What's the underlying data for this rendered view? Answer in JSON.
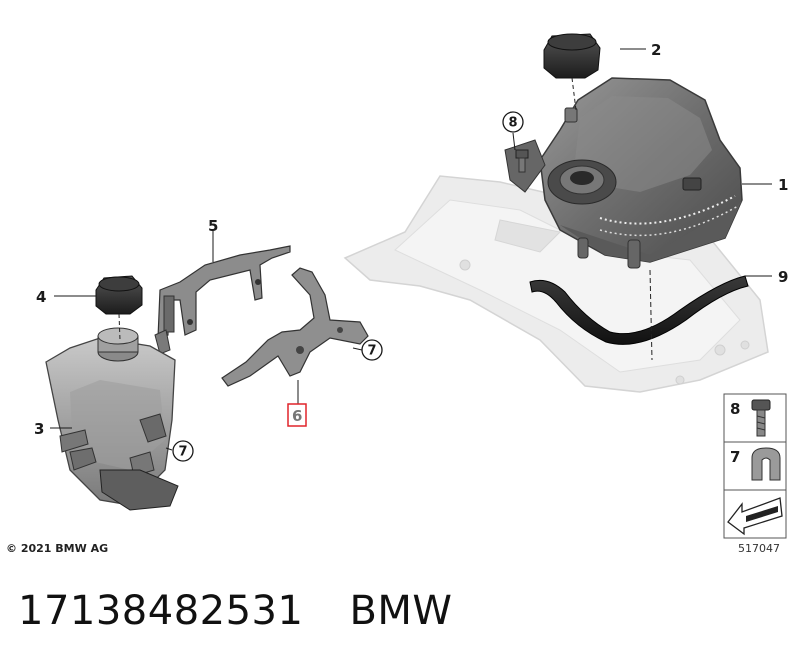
{
  "callouts": {
    "c1": "1",
    "c2": "2",
    "c3": "3",
    "c4": "4",
    "c5": "5",
    "c6": "6",
    "c7a": "7",
    "c7b": "7",
    "c8": "8",
    "c9": "9"
  },
  "legend": {
    "item8": "8",
    "item7": "7"
  },
  "highlight_color": "#e0242a",
  "copyright": "© 2021 BMW AG",
  "diagram_id": "517047",
  "part_number": "17138482531",
  "brand": "BMW"
}
